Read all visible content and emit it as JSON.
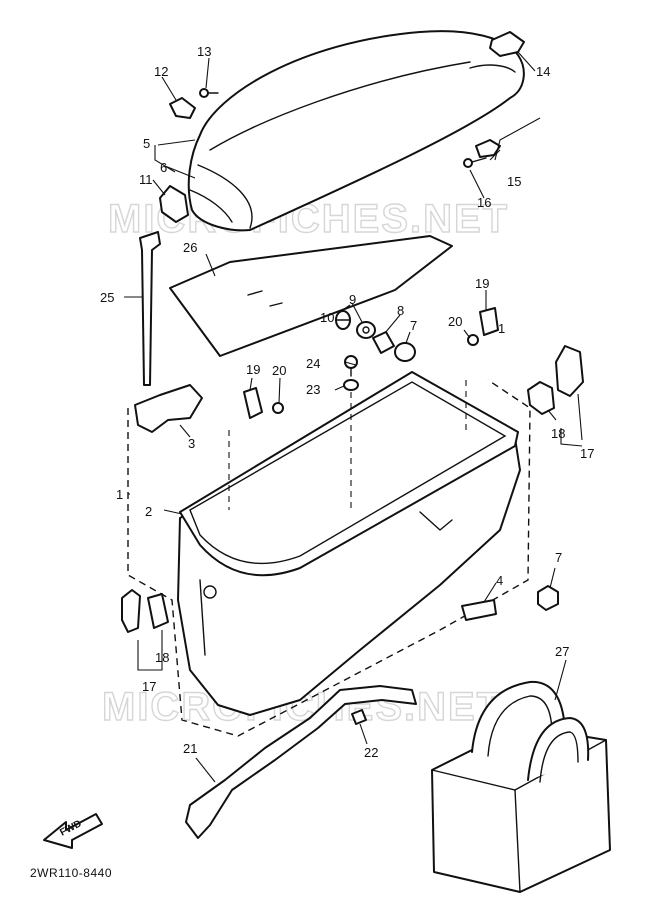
{
  "watermark": "MICROFICHES.NET",
  "diagram_code": "2WR110-8440",
  "fwd_label": "FWD",
  "callouts": {
    "c1a": "1",
    "c1b": "1",
    "c2": "2",
    "c3": "3",
    "c4": "4",
    "c5": "5",
    "c6": "6",
    "c7a": "7",
    "c7b": "7",
    "c8": "8",
    "c9": "9",
    "c10": "10",
    "c11": "11",
    "c12": "12",
    "c13": "13",
    "c14": "14",
    "c15": "15",
    "c16": "16",
    "c17a": "17",
    "c17b": "17",
    "c18a": "18",
    "c18b": "18",
    "c19a": "19",
    "c19b": "19",
    "c20a": "20",
    "c20b": "20",
    "c21": "21",
    "c22": "22",
    "c23": "23",
    "c24": "24",
    "c25": "25",
    "c26": "26",
    "c27": "27"
  }
}
